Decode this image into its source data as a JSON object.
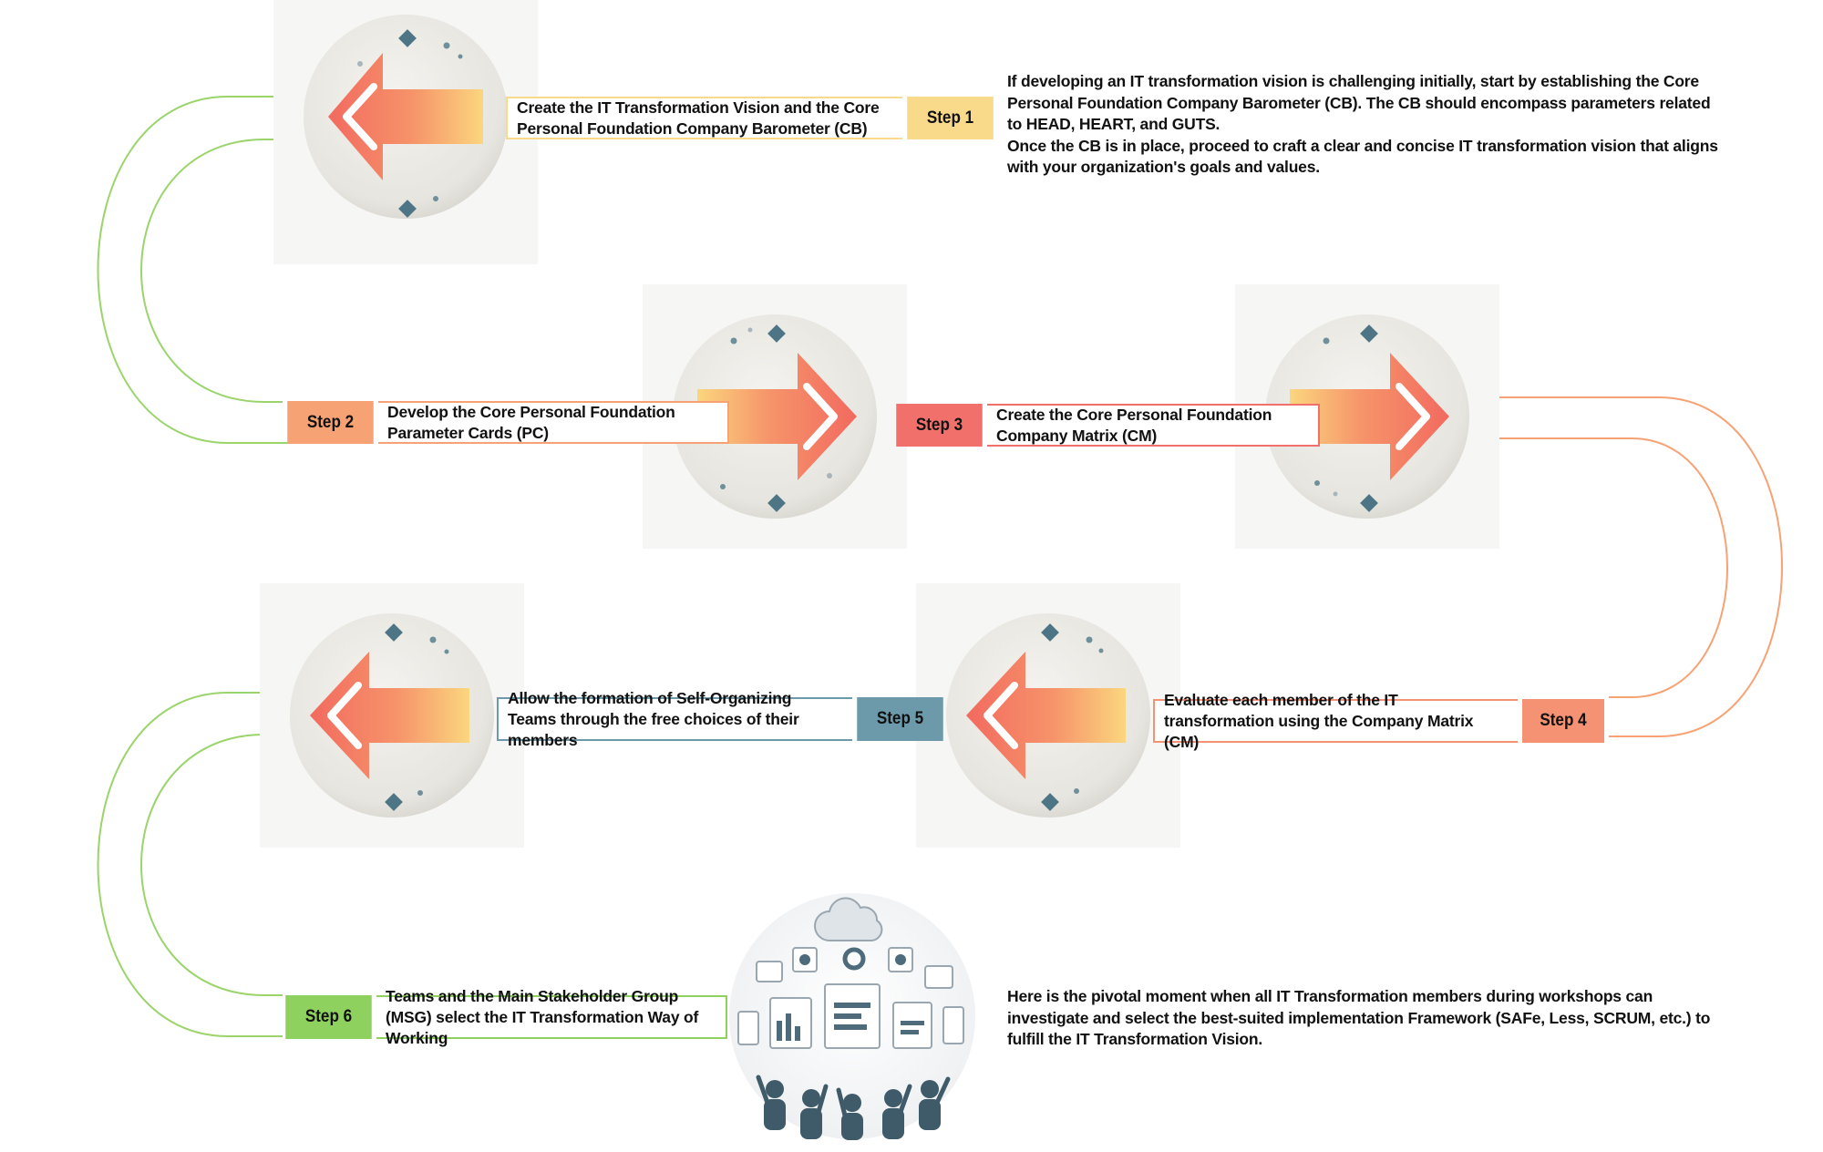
{
  "colors": {
    "step1": "#f9d98a",
    "step2": "#f6a274",
    "step3": "#f2706b",
    "step4": "#f59273",
    "step5": "#6c9aaa",
    "step6": "#8fd15e",
    "green_line": "#9ad46b",
    "orange_line": "#f6a274"
  },
  "steps": [
    {
      "tag": "Step 1",
      "text": "Create the IT Transformation Vision and the Core Personal Foundation Company Barometer (CB)"
    },
    {
      "tag": "Step 2",
      "text": "Develop the Core Personal Foundation Parameter Cards (PC)"
    },
    {
      "tag": "Step 3",
      "text": "Create the Core Personal Foundation Company Matrix (CM)"
    },
    {
      "tag": "Step 4",
      "text": "Evaluate each member of the IT transformation using the Company Matrix (CM)"
    },
    {
      "tag": "Step 5",
      "text": "Allow the formation of Self-Organizing Teams through the free choices of their members"
    },
    {
      "tag": "Step 6",
      "text": "Teams and the Main Stakeholder Group (MSG) select the IT Transformation Way of Working"
    }
  ],
  "descriptions": {
    "step1_p1": "If developing an IT transformation vision is challenging initially, start by establishing the Core Personal Foundation Company Barometer (CB). The CB should encompass parameters related to HEAD, HEART, and GUTS.",
    "step1_p2": "Once the CB is in place, proceed to craft a clear and concise IT transformation vision that aligns with your organization's goals and values.",
    "step6": "Here is the pivotal moment when all IT Transformation members during workshops can investigate and select the best-suited implementation Framework (SAFe, Less, SCRUM, etc.) to fulfill the IT Transformation Vision."
  },
  "icons": {
    "medallion_left": "arrow-left-medallion-icon",
    "medallion_right": "arrow-right-medallion-icon",
    "collaboration": "team-collaboration-illustration"
  }
}
